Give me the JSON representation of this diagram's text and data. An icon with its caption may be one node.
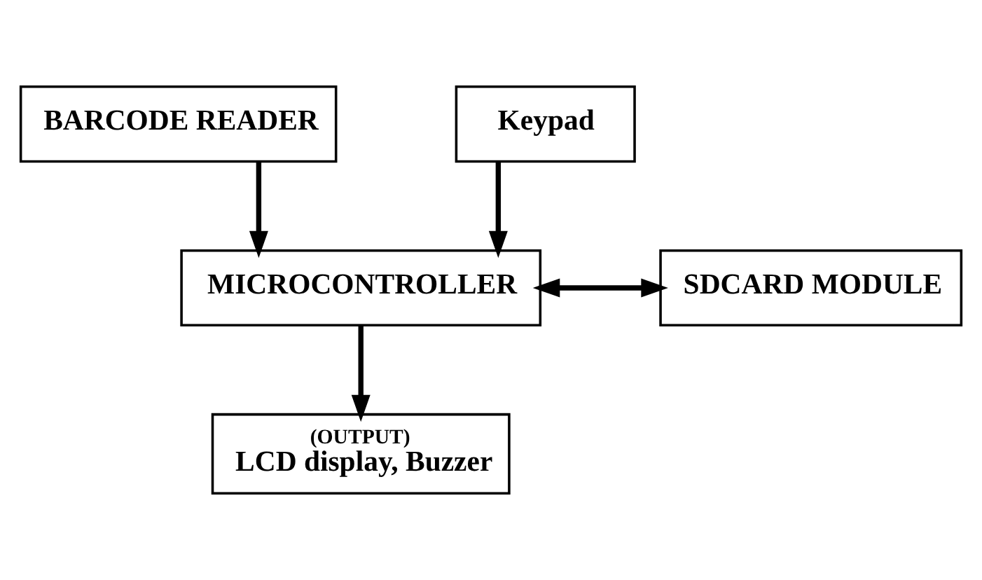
{
  "diagram": {
    "nodes": [
      {
        "text": [
          "BARCODE READER"
        ]
      },
      {
        "text": [
          "Keypad"
        ]
      },
      {
        "text": [
          "MICROCONTROLLER"
        ]
      },
      {
        "text": [
          "SDCARD MODULE"
        ]
      },
      {
        "text": [
          "(OUTPUT)",
          "LCD display, Buzzer"
        ]
      }
    ],
    "edges": [
      {
        "from": 0,
        "to": 2,
        "arrow": "to"
      },
      {
        "from": 1,
        "to": 2,
        "arrow": "to"
      },
      {
        "from": 2,
        "to": 3,
        "arrow": "both"
      },
      {
        "from": 2,
        "to": 4,
        "arrow": "to"
      }
    ]
  }
}
